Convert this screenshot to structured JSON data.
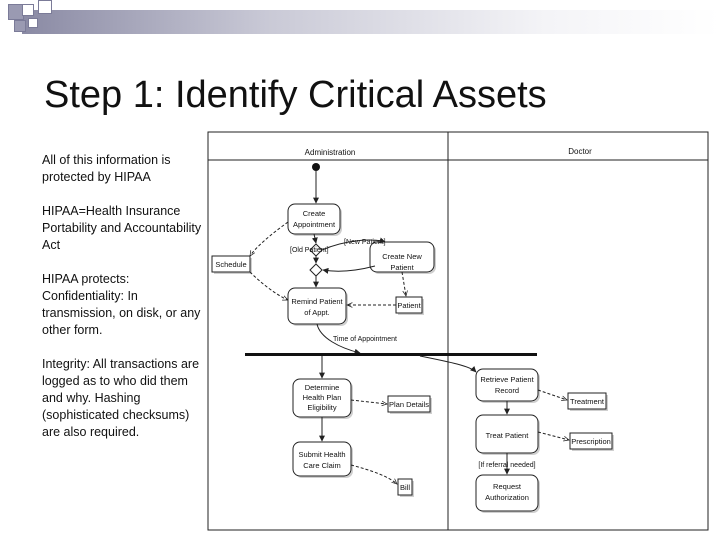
{
  "slide": {
    "title": "Step 1: Identify Critical Assets",
    "paragraphs": [
      "All of this information is protected by HIPAA",
      "HIPAA=Health Insurance Portability and Accountability Act",
      "HIPAA protects: Confidentiality: In transmission, on disk, or any other form.",
      "Integrity: All transactions are logged as to who did them and why. Hashing (sophisticated checksums) are also required."
    ]
  },
  "diagram": {
    "lanes": {
      "left": "Administration",
      "right": "Doctor"
    },
    "activities": {
      "create_appointment": [
        "Create",
        "Appointment"
      ],
      "create_new_patient": [
        "Create New",
        "Patient"
      ],
      "remind_patient": [
        "Remind Patient",
        "of Appt."
      ],
      "determine_eligibility": [
        "Determine",
        "Health Plan",
        "Eligibility"
      ],
      "submit_claim": [
        "Submit Health",
        "Care Claim"
      ],
      "retrieve_record": [
        "Retrieve Patient",
        "Record"
      ],
      "treat_patient": [
        "Treat Patient"
      ],
      "request_authorization": [
        "Request",
        "Authorization"
      ]
    },
    "objects": {
      "schedule": "Schedule",
      "patient": "Patient",
      "plan_details": "Plan Details",
      "bill": "Bill",
      "treatment": "Treatment",
      "prescription": "Prescription"
    },
    "guards": {
      "old_patient": "[Old Patient]",
      "new_patient": "[New Patient]",
      "time_of_appointment": "Time of Appointment",
      "referral_needed": "[If referral needed]"
    }
  }
}
